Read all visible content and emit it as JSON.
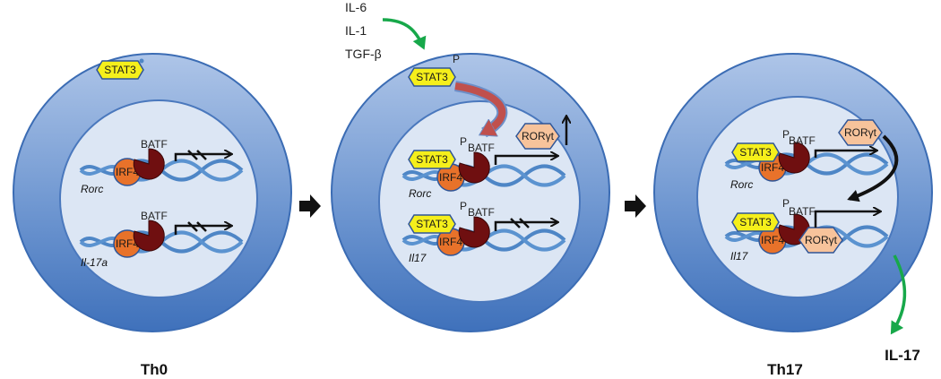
{
  "panels": [
    {
      "title": "Th0",
      "stat3_cytoplasm": "STAT3",
      "rows": [
        {
          "gene": "Rorc",
          "batf": "BATF",
          "irf4": "IRF4"
        },
        {
          "gene": "Il-17a",
          "batf": "BATF",
          "irf4": "IRF4"
        }
      ]
    },
    {
      "title": "",
      "cytokines": [
        "IL-6",
        "IL-1",
        "TGF-β"
      ],
      "stat3_cytoplasm": "STAT3",
      "phospho": "P",
      "rorgt": "RORγt",
      "rows": [
        {
          "gene": "Rorc",
          "batf": "BATF",
          "irf4": "IRF4",
          "stat3": "STAT3",
          "phospho": "P"
        },
        {
          "gene": "Il17",
          "batf": "BATF",
          "irf4": "IRF4",
          "stat3": "STAT3",
          "phospho": "P"
        }
      ]
    },
    {
      "title": "Th17",
      "rorgt": "RORγt",
      "secreted": "IL-17",
      "rows": [
        {
          "gene": "Rorc",
          "batf": "BATF",
          "irf4": "IRF4",
          "stat3": "STAT3",
          "phospho": "P"
        },
        {
          "gene": "Il17",
          "batf": "BATF",
          "irf4": "IRF4",
          "stat3": "STAT3",
          "phospho": "P",
          "rorgt": "RORγt"
        }
      ]
    }
  ],
  "colors": {
    "cell_outer": "#4f7fc3",
    "cell_outer_light": "#a9c1e6",
    "nucleus": "#dce6f4",
    "stat3": "#f5ef1b",
    "batf": "#6f0f10",
    "irf4": "#e8722a",
    "rorgt": "#f7c39b",
    "dna": "#4e86c6",
    "green_arrow": "#17a84a",
    "red_arrow": "#c0504d"
  }
}
